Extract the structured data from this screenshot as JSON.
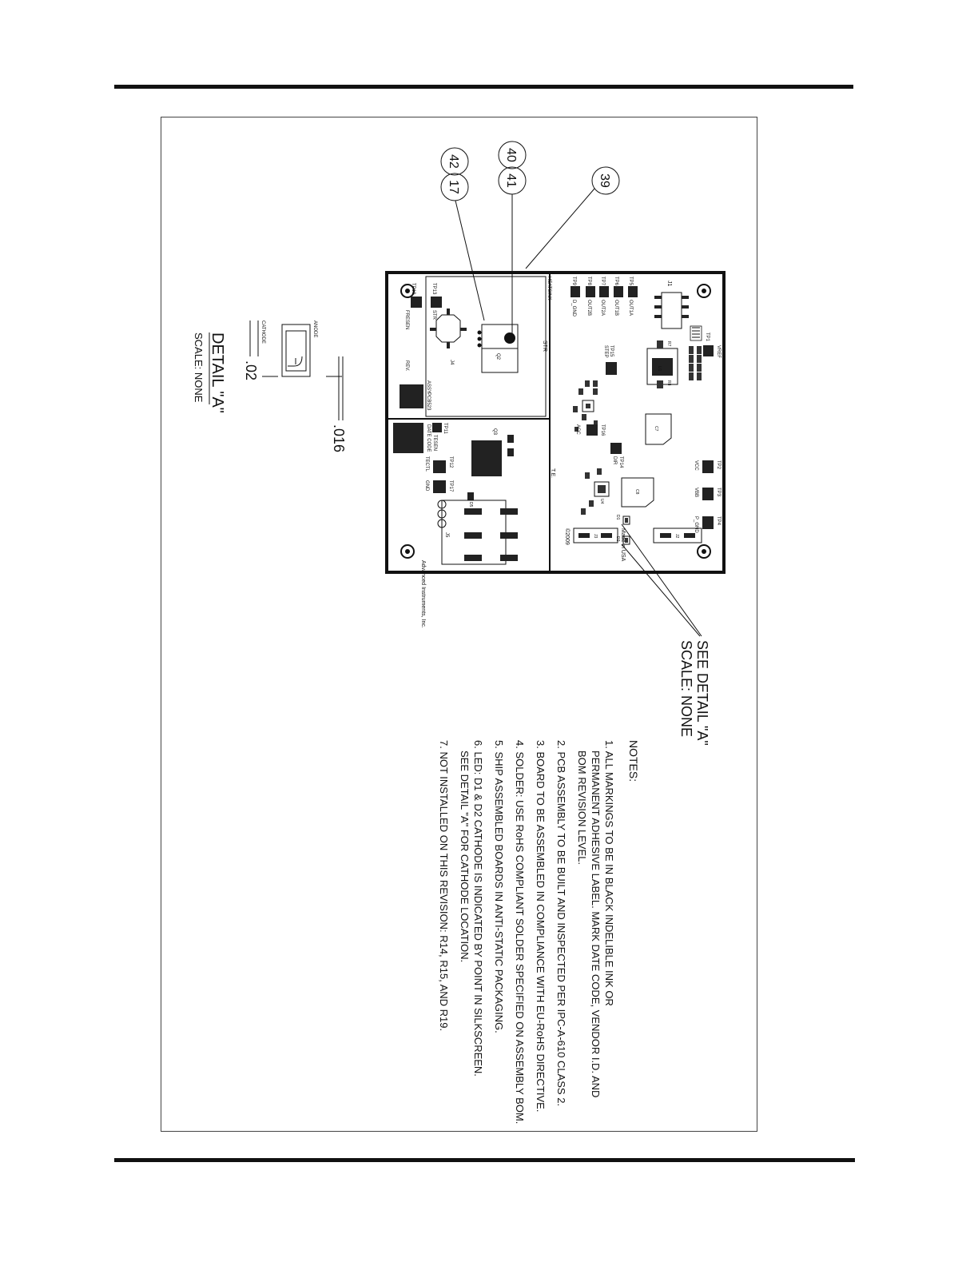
{
  "balloons": [
    "39",
    "40",
    "41",
    "42",
    "17"
  ],
  "board": {
    "heatsink": "HEATSINK",
    "str_label": "STR",
    "te_label": "T.E.",
    "maker": "Advanced Instruments, Inc.",
    "copyright": "©2009",
    "origin": "Made in USA",
    "assy": "ASSY.",
    "pcb": "PCB523",
    "rev": "REV.",
    "date_code": "DATE CODE",
    "tp_left": [
      "TP5",
      "TP6",
      "TP7",
      "TP8",
      "TP9"
    ],
    "out_labels": [
      "OUT1A",
      "OUT1B",
      "OUT2A",
      "OUT2B",
      "D_GND"
    ],
    "tp_right": [
      "TP2",
      "TP3",
      "TP4"
    ],
    "tp_right_labels": [
      "VCC",
      "VBB",
      "P_GND"
    ],
    "tp1": "TP1",
    "vref": "VREF",
    "tp15": "TP15",
    "step": "STEP",
    "tp16": "TP16",
    "acc": "ACC",
    "tp14": "TP14",
    "dir": "DIR",
    "tp11": "TP11",
    "tesen": "TESEN",
    "tp12": "TP12",
    "tectl": "TECTL",
    "tp17": "TP17",
    "gnd": "GND",
    "tp10": "TP10",
    "fresen": "FRESEN",
    "tp13": "TP13",
    "str2": "STR",
    "refs": [
      "J1",
      "J2",
      "J3",
      "J4",
      "J5",
      "Q2",
      "Q3",
      "U1",
      "U4",
      "D1",
      "D2",
      "D5",
      "C7",
      "C8",
      "R7",
      "R8"
    ]
  },
  "see_detail": [
    "SEE DETAIL \"A\"",
    "SCALE: NONE"
  ],
  "detail": {
    "title": "DETAIL \"A\"",
    "scale": "SCALE: NONE",
    "dim1": ".016",
    "dim2": ".02",
    "anode": "ANODE",
    "cathode": "CATHODE"
  },
  "notes": {
    "title": "NOTES:",
    "items": [
      "1. ALL MARKINGS TO BE IN BLACK INDELIBLE INK OR",
      "PERMANENT ADHESIVE LABEL. MARK DATE CODE, VENDOR I.D. AND",
      "BOM REVISION LEVEL.",
      "2. PCB ASSEMBLY TO BE BUILT AND INSPECTED PER IPC-A-610 CLASS 2.",
      "3. BOARD TO BE ASSEMBLED IN COMPLIANCE WITH EU-RoHS DIRECTIVE.",
      "4. SOLDER: USE RoHS COMPLIANT SOLDER SPECIFIED ON ASSEMBLY BOM.",
      "5. SHIP ASSEMBLED BOARDS IN ANTI-STATIC PACKAGING.",
      "6. LED: D1 & D2 CATHODE IS INDICATED BY POINT IN SILKSCREEN.",
      "SEE DETAIL \"A\" FOR CATHODE LOCATION.",
      "7. NOT INSTALLED ON THIS REVISION: R14, R15, AND R19."
    ]
  }
}
